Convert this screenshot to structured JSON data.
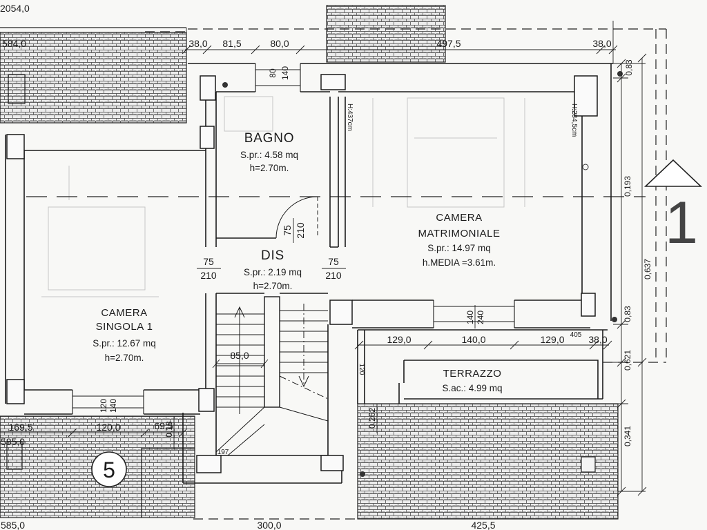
{
  "dimensions": {
    "overall_top": "2054,0",
    "roof_top_left": "584,0",
    "top": [
      "38,0",
      "81,5",
      "80,0",
      "497,5",
      "38,0"
    ],
    "top_window": [
      "80",
      "140"
    ],
    "right": [
      "0,83",
      "0,193",
      "0,637",
      "0,83",
      "0,621",
      "0,341"
    ],
    "door_bagno": [
      "75",
      "210"
    ],
    "door_singola": [
      "75",
      "210"
    ],
    "door_matrimoniale": [
      "75",
      "210"
    ],
    "window_matrimoniale": [
      "140",
      "240"
    ],
    "terrace_top": [
      "129,0",
      "140,0",
      "129,0",
      "405",
      "38,0"
    ],
    "terrace_side": "120",
    "stairs_width": "85,0",
    "stairs_mark": "197",
    "window_singola": [
      "120",
      "140"
    ],
    "bottom_left": [
      "169,5",
      "120,0",
      "69,5"
    ],
    "bottom_left_total": "585,0",
    "bottom_left_vertical": "0,18",
    "terrace_roof_vertical": "0,262",
    "bottom": [
      "585,0",
      "300,0",
      "425,5"
    ]
  },
  "wall_heights": {
    "partition": "H:437cm",
    "right_wall": "H:284,5cm"
  },
  "rooms": {
    "bagno": {
      "name": "BAGNO",
      "area": "S.pr.: 4.58 mq",
      "height": "h=2.70m."
    },
    "dis": {
      "name": "DIS",
      "area": "S.pr.: 2.19 mq",
      "height": "h=2.70m."
    },
    "camera_matrimoniale": {
      "name_line1": "CAMERA",
      "name_line2": "MATRIMONIALE",
      "area": "S.pr.: 14.97 mq",
      "height": "h.MEDIA =3.61m."
    },
    "camera_singola": {
      "name_line1": "CAMERA",
      "name_line2": "SINGOLA 1",
      "area": "S.pr.: 12.67 mq",
      "height": "h=2.70m."
    },
    "terrazzo": {
      "name": "TERRAZZO",
      "area": "S.ac.: 4.99 mq"
    }
  },
  "markers": {
    "section": "1",
    "unit": "5"
  }
}
